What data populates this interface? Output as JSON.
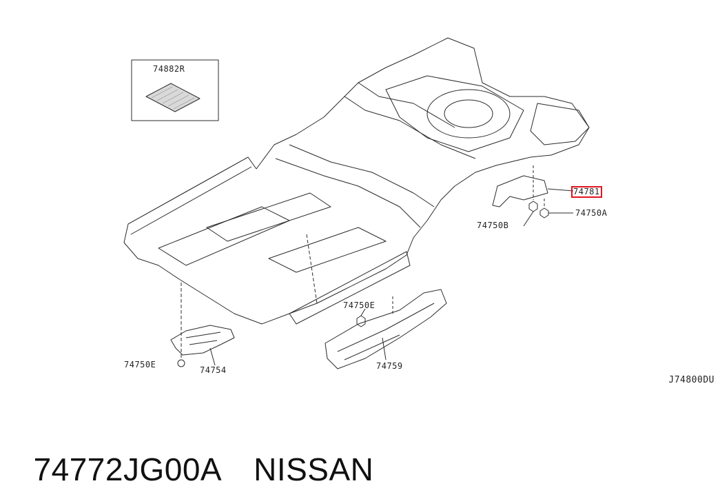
{
  "callouts": {
    "mat_box": "74882R",
    "highlighted_part": "74781",
    "bolt_a": "74750A",
    "bolt_b": "74750B",
    "clip_e_center": "74750E",
    "clip_e_left": "74750E",
    "left_bracket": "74754",
    "center_bracket": "74759"
  },
  "diagram_code": "J74800DU",
  "part_number": "74772JG00A",
  "brand": "NISSAN",
  "colors": {
    "line": "#2a2a2a",
    "highlight": "#e0141e",
    "background": "#ffffff"
  }
}
